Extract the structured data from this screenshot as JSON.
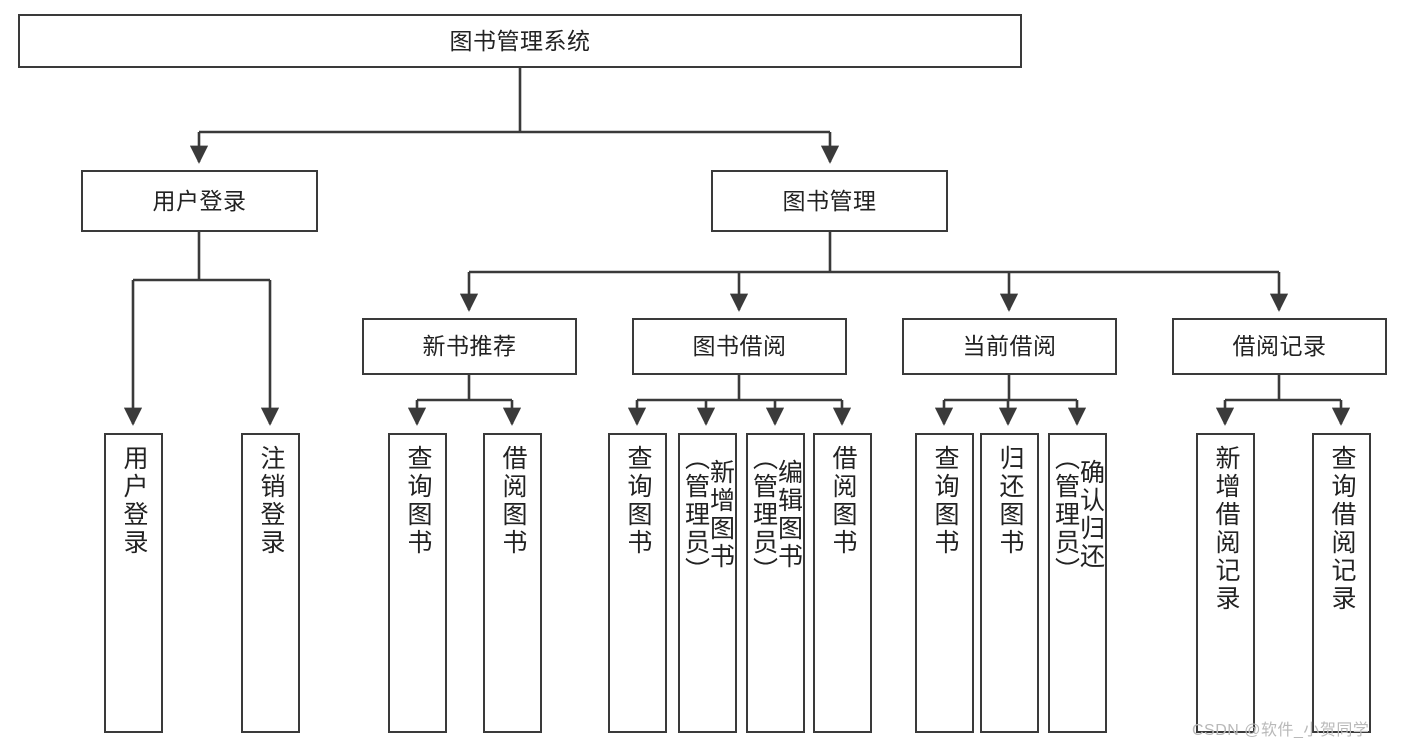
{
  "diagram": {
    "title": "图书管理系统",
    "type": "hierarchy-tree",
    "root": {
      "label": "图书管理系统"
    },
    "level2": [
      {
        "label": "用户登录"
      },
      {
        "label": "图书管理"
      }
    ],
    "level3": [
      {
        "label": "新书推荐"
      },
      {
        "label": "图书借阅"
      },
      {
        "label": "当前借阅"
      },
      {
        "label": "借阅记录"
      }
    ],
    "leaves": {
      "user_login": [
        {
          "label": "用户登录"
        },
        {
          "label": "注销登录"
        }
      ],
      "new_book_recommend": [
        {
          "label": "查询图书"
        },
        {
          "label": "借阅图书"
        }
      ],
      "book_borrow": [
        {
          "label": "查询图书"
        },
        {
          "label": "新增图书\n（管理员）"
        },
        {
          "label": "编辑图书\n（管理员）"
        },
        {
          "label": "借阅图书"
        }
      ],
      "current_borrow": [
        {
          "label": "查询图书"
        },
        {
          "label": "归还图书"
        },
        {
          "label": "确认归还\n（管理员）"
        }
      ],
      "borrow_record": [
        {
          "label": "新增借阅记录"
        },
        {
          "label": "查询借阅记录"
        }
      ]
    }
  },
  "watermark": {
    "text": "CSDN @软件_小贺同学"
  },
  "colors": {
    "stroke": "#3a3a3a",
    "box_fill": "#ffffff",
    "text": "#222222",
    "watermark": "#b9b9b9"
  }
}
